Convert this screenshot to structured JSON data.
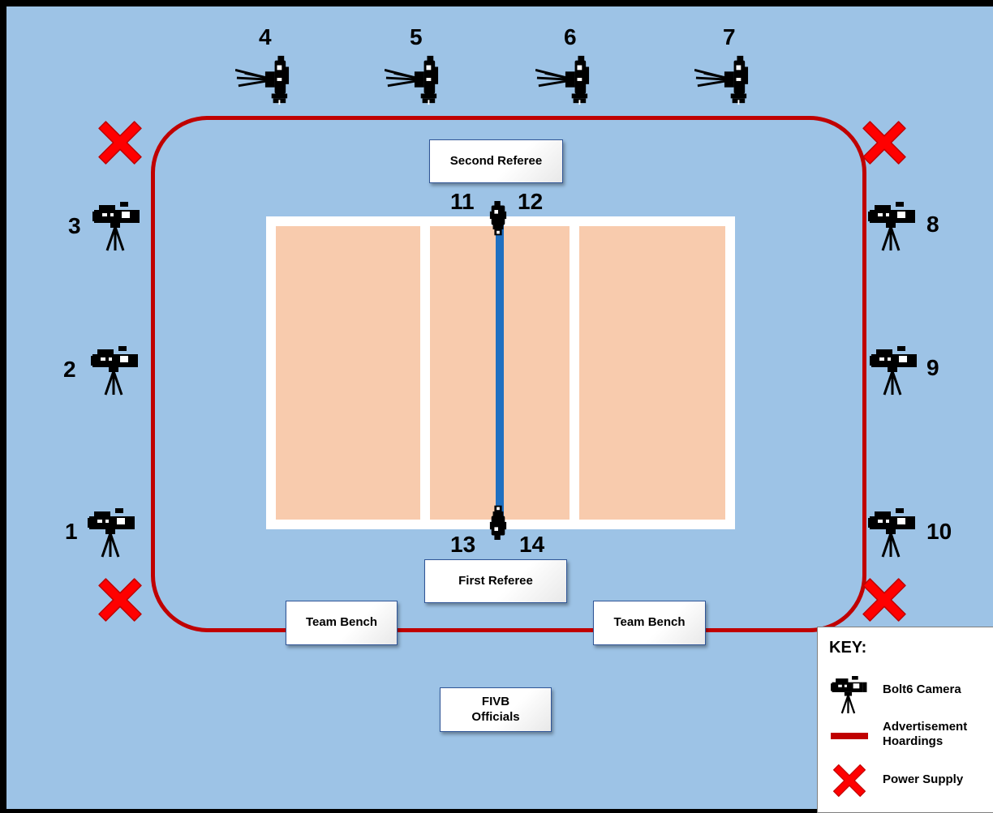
{
  "labels": {
    "second_referee": "Second Referee",
    "first_referee": "First Referee",
    "team_bench_left": "Team Bench",
    "team_bench_right": "Team Bench",
    "fivb_officials_line1": "FIVB",
    "fivb_officials_line2": "Officials"
  },
  "cameras": {
    "c1": "1",
    "c2": "2",
    "c3": "3",
    "c4": "4",
    "c5": "5",
    "c6": "6",
    "c7": "7",
    "c8": "8",
    "c9": "9",
    "c10": "10",
    "c11": "11",
    "c12": "12",
    "c13": "13",
    "c14": "14"
  },
  "key": {
    "title": "KEY:",
    "camera_label": "Bolt6 Camera",
    "hoarding_label_line1": "Advertisement",
    "hoarding_label_line2": "Hoardings",
    "power_label": "Power Supply"
  },
  "colors": {
    "background": "#9dc3e6",
    "hoarding": "#c00000",
    "court": "#f8cbad",
    "net": "#1f70c1",
    "power_marker": "#ff0000"
  },
  "icons": {
    "camera": "tripod-camera-icon",
    "power": "red-x-icon"
  }
}
